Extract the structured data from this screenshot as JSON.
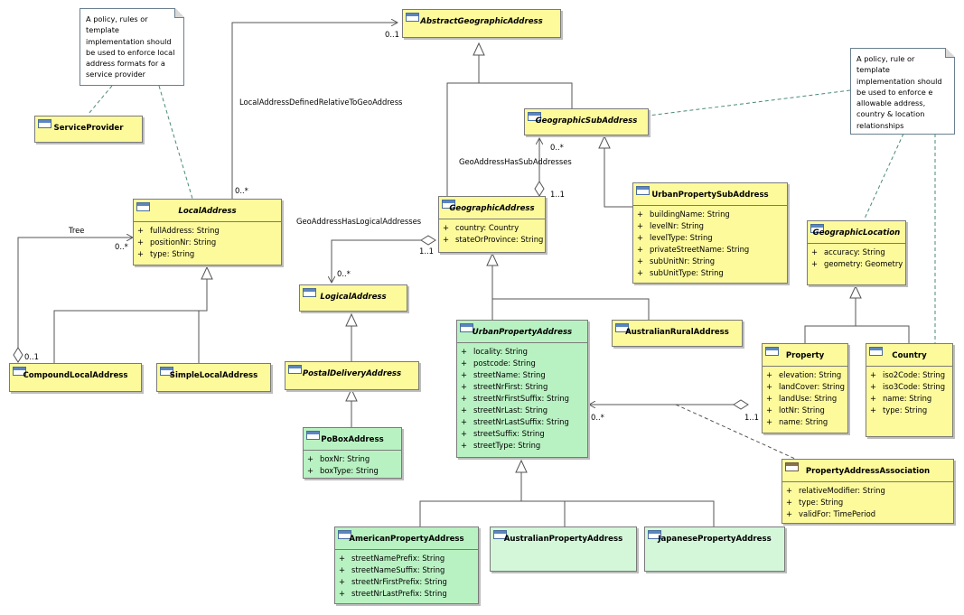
{
  "notes": {
    "left": "A policy, rules or template implementation should be used to enforce local address formats for a service provider",
    "right": "A policy, rule or template implementation should be used to enforce e allowable address, country & location relationships"
  },
  "classes": {
    "abstract_geo": {
      "name": "AbstractGeographicAddress",
      "attrs": []
    },
    "service_provider": {
      "name": "ServiceProvider",
      "attrs": []
    },
    "geo_sub": {
      "name": "GeographicSubAddress",
      "attrs": []
    },
    "local_address": {
      "name": "LocalAddress",
      "attrs": [
        "fullAddress: String",
        "positionNr: String",
        "type: String"
      ]
    },
    "geo_address": {
      "name": "GeographicAddress",
      "attrs": [
        "country: Country",
        "stateOrProvince: String"
      ]
    },
    "urban_sub": {
      "name": "UrbanPropertySubAddress",
      "attrs": [
        "buildingName: String",
        "levelNr: String",
        "levelType: String",
        "privateStreetName: String",
        "subUnitNr: String",
        "subUnitType: String"
      ]
    },
    "geo_location": {
      "name": "GeographicLocation",
      "attrs": [
        "accuracy: String",
        "geometry: Geometry"
      ]
    },
    "logical_address": {
      "name": "LogicalAddress",
      "attrs": []
    },
    "australian_rural": {
      "name": "AustralianRuralAddress",
      "attrs": []
    },
    "urban_property": {
      "name": "UrbanPropertyAddress",
      "attrs": [
        "locality: String",
        "postcode: String",
        "streetName: String",
        "streetNrFirst: String",
        "streetNrFirstSuffix: String",
        "streetNrLast: String",
        "streetNrLastSuffix: String",
        "streetSuffix: String",
        "streetType: String"
      ]
    },
    "property": {
      "name": "Property",
      "attrs": [
        "elevation: String",
        "landCover: String",
        "landUse: String",
        "lotNr: String",
        "name: String"
      ]
    },
    "country": {
      "name": "Country",
      "attrs": [
        "iso2Code: String",
        "iso3Code: String",
        "name: String",
        "type: String"
      ]
    },
    "compound_local": {
      "name": "CompoundLocalAddress",
      "attrs": []
    },
    "simple_local": {
      "name": "SimpleLocalAddress",
      "attrs": []
    },
    "postal_delivery": {
      "name": "PostalDeliveryAddress",
      "attrs": []
    },
    "pobox": {
      "name": "PoBoxAddress",
      "attrs": [
        "boxNr: String",
        "boxType: String"
      ]
    },
    "prop_assoc": {
      "name": "PropertyAddressAssociation",
      "attrs": [
        "relativeModifier: String",
        "type: String",
        "validFor: TimePeriod"
      ]
    },
    "american": {
      "name": "AmericanPropertyAddress",
      "attrs": [
        "streetNamePrefix: String",
        "streetNameSuffix: String",
        "streetNrFirstPrefix: String",
        "streetNrLastPrefix: String"
      ]
    },
    "australian_prop": {
      "name": "AustralianPropertyAddress",
      "attrs": []
    },
    "japanese_prop": {
      "name": "JapanesePropertyAddress",
      "attrs": []
    }
  },
  "plus_sign": "+",
  "associations": {
    "local_defined": "LocalAddressDefinedRelativeToGeoAddress",
    "tree": "Tree",
    "geo_has_sub": "GeoAddressHasSubAddresses",
    "geo_has_logical": "GeoAddressHasLogicalAddresses"
  },
  "multiplicities": {
    "m1": "0..1",
    "m2": "0..*",
    "m3": "0..*",
    "m4": "0..1",
    "m5": "0..*",
    "m6": "1..1",
    "m7": "0..*",
    "m8": "1..1",
    "m9": "0..*",
    "m10": "1..1"
  }
}
